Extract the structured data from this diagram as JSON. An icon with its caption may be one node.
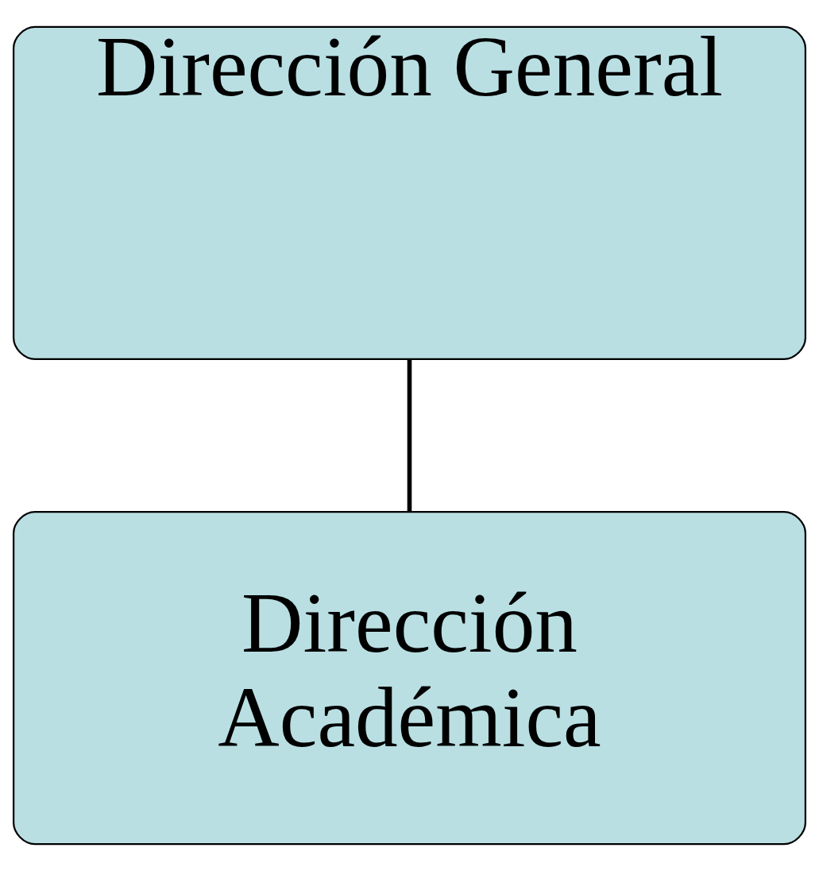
{
  "diagram": {
    "nodes": [
      {
        "text": [
          "Dirección General"
        ]
      },
      {
        "text": [
          "Dirección Académica"
        ]
      }
    ],
    "edges": [
      {
        "from": 0,
        "to": 1,
        "arrow": "none"
      }
    ]
  }
}
